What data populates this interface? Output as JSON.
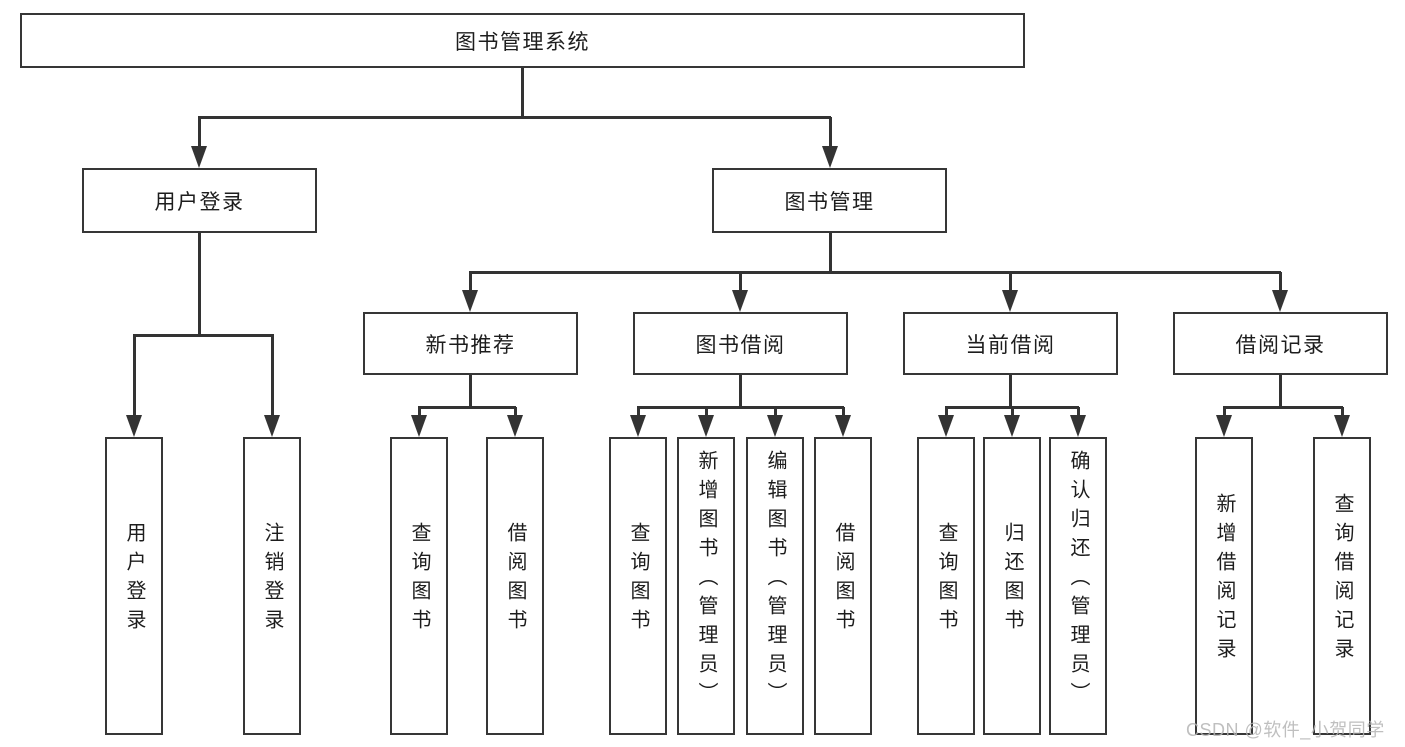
{
  "diagram_title": "图书管理系统",
  "tree": {
    "root": {
      "label": "图书管理系统"
    },
    "branches": [
      {
        "label": "用户登录",
        "children": [
          {
            "label": "用户登录"
          },
          {
            "label": "注销登录"
          }
        ]
      },
      {
        "label": "图书管理",
        "children": [
          {
            "label": "新书推荐",
            "children": [
              {
                "label": "查询图书"
              },
              {
                "label": "借阅图书"
              }
            ]
          },
          {
            "label": "图书借阅",
            "children": [
              {
                "label": "查询图书"
              },
              {
                "label": "新增图书（管理员）"
              },
              {
                "label": "编辑图书（管理员）"
              },
              {
                "label": "借阅图书"
              }
            ]
          },
          {
            "label": "当前借阅",
            "children": [
              {
                "label": "查询图书"
              },
              {
                "label": "归还图书"
              },
              {
                "label": "确认归还（管理员）"
              }
            ]
          },
          {
            "label": "借阅记录",
            "children": [
              {
                "label": "新增借阅记录"
              },
              {
                "label": "查询借阅记录"
              }
            ]
          }
        ]
      }
    ]
  },
  "watermark": {
    "text": "CSDN @软件_小贺同学",
    "color": "#b5b5b5"
  },
  "colors": {
    "background": "#ffffff",
    "line": "#333333",
    "box_border": "#363636",
    "text": "#1d1d1d"
  }
}
